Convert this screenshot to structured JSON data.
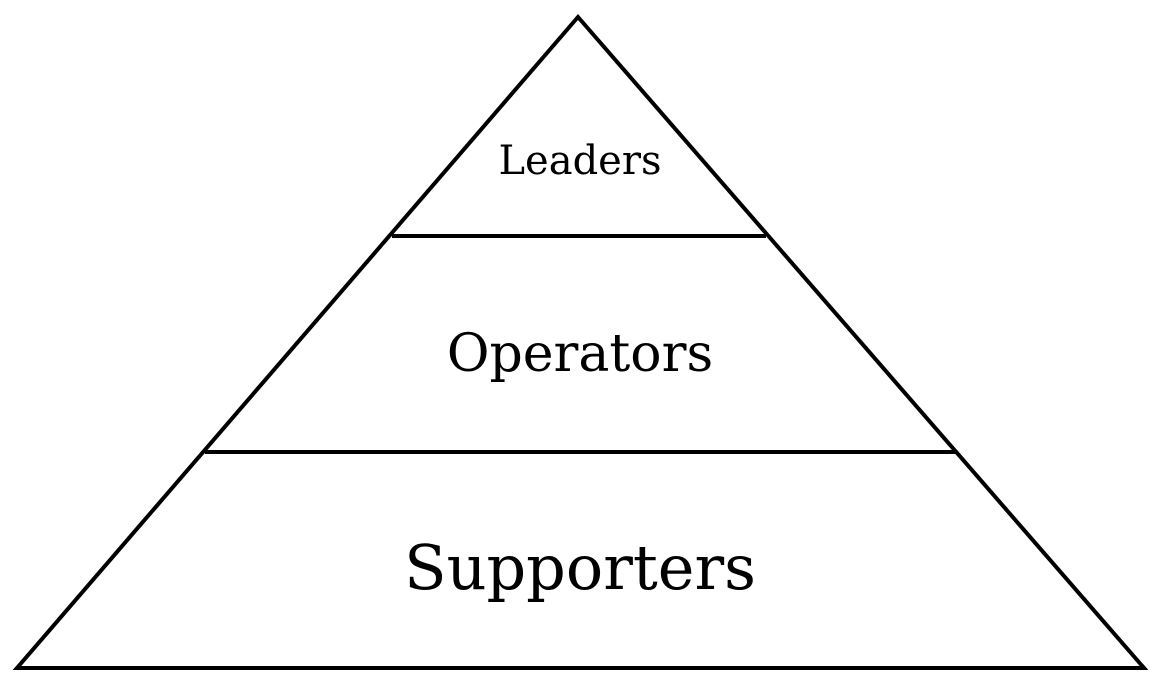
{
  "pyramid": {
    "tiers": [
      {
        "label": "Leaders"
      },
      {
        "label": "Operators"
      },
      {
        "label": "Supporters"
      }
    ]
  }
}
